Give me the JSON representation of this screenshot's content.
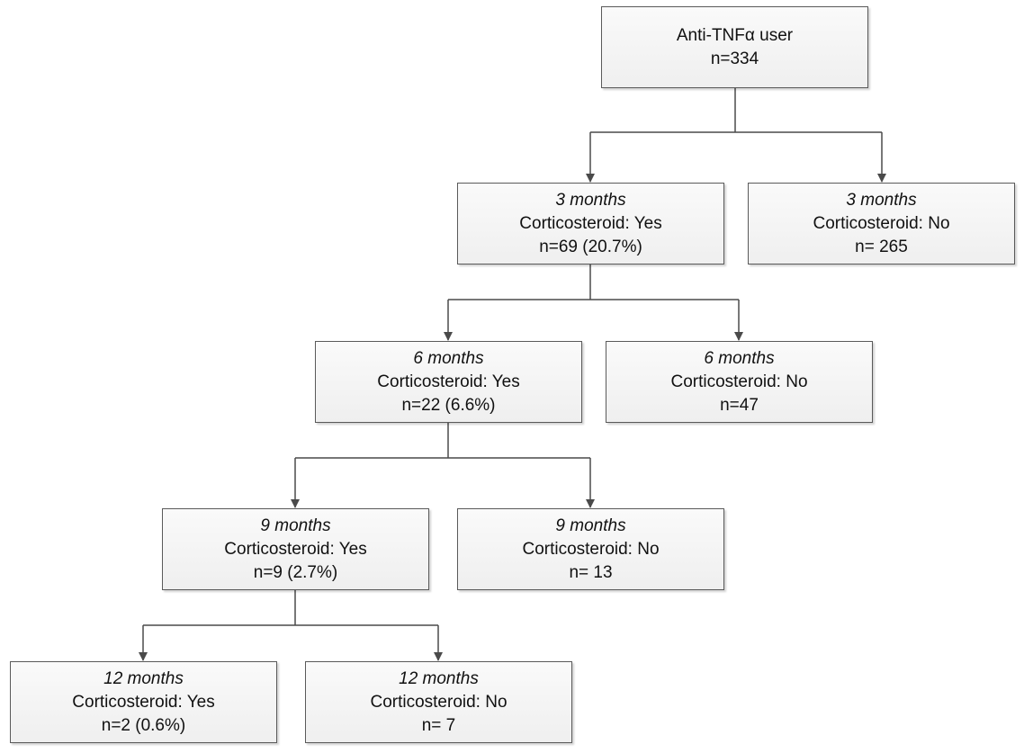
{
  "root": {
    "title": "Anti-TNFα user",
    "count": "n=334"
  },
  "levels": [
    {
      "yes": {
        "period": "3 months",
        "status": "Corticosteroid: Yes",
        "count": "n=69 (20.7%)"
      },
      "no": {
        "period": "3 months",
        "status": "Corticosteroid: No",
        "count": "n= 265"
      }
    },
    {
      "yes": {
        "period": "6 months",
        "status": "Corticosteroid: Yes",
        "count": "n=22 (6.6%)"
      },
      "no": {
        "period": "6 months",
        "status": "Corticosteroid: No",
        "count": "n=47"
      }
    },
    {
      "yes": {
        "period": "9 months",
        "status": "Corticosteroid: Yes",
        "count": "n=9 (2.7%)"
      },
      "no": {
        "period": "9 months",
        "status": "Corticosteroid: No",
        "count": "n= 13"
      }
    },
    {
      "yes": {
        "period": "12 months",
        "status": "Corticosteroid: Yes",
        "count": "n=2 (0.6%)"
      },
      "no": {
        "period": "12 months",
        "status": "Corticosteroid: No",
        "count": "n= 7"
      }
    }
  ],
  "colors": {
    "line": "#4a4a4a",
    "box_border": "#5a5a5a",
    "box_fill": "#f3f3f3"
  }
}
